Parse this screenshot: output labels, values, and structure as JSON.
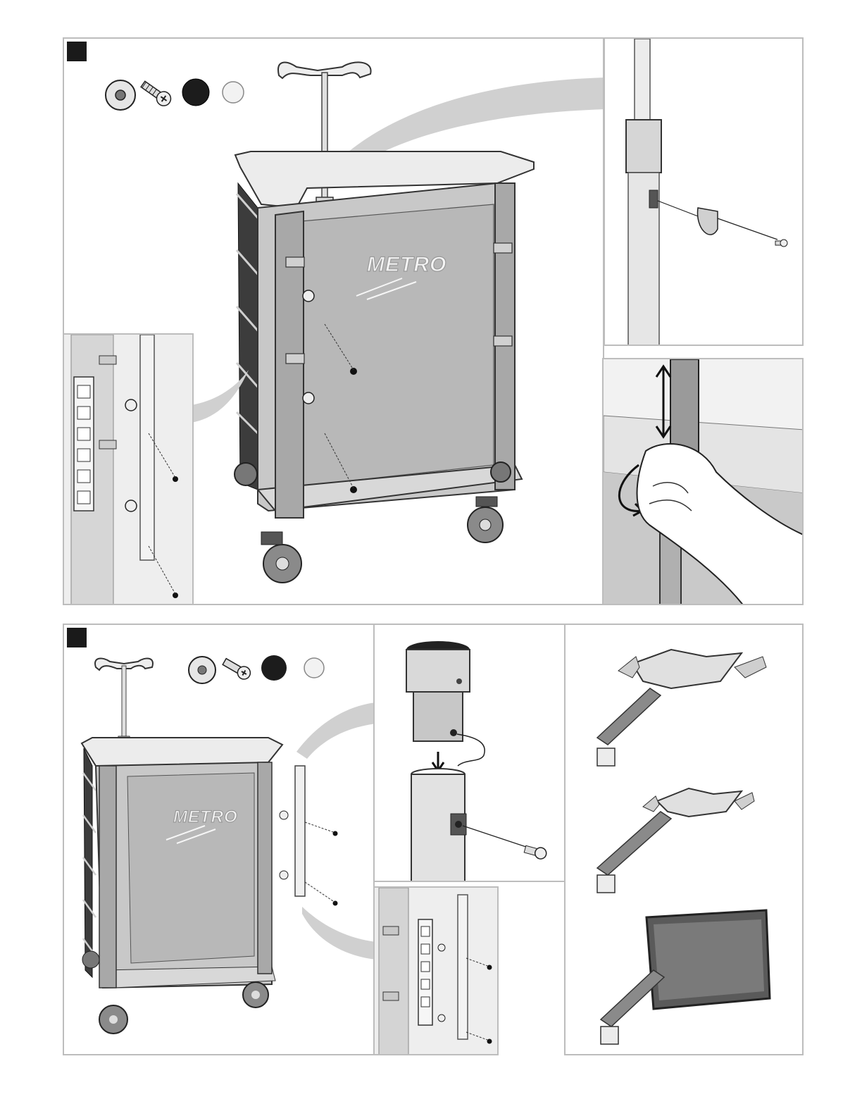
{
  "brand": {
    "logo_text": "METRO"
  },
  "hardware_icons": [
    "washer-icon",
    "screw-icon",
    "black-cap-icon",
    "white-cap-icon"
  ],
  "colors": {
    "frame_border": "#bdbdbd",
    "step_marker": "#1a1a1a",
    "metal_light": "#e2e2e2",
    "metal_mid": "#bdbdbd",
    "metal_dark": "#6e6e6e",
    "drawer_dark": "#3a3a3a",
    "callout": "#c8c8c8"
  },
  "steps": [
    {
      "panels": [
        "cart-with-iv-pole-rail",
        "iv-pole-collar-detail",
        "outlet-strip-mount-detail",
        "pole-height-adjust-detail"
      ]
    },
    {
      "panels": [
        "cart-with-iv-pole-and-monitor-pole",
        "pole-adapter-detail",
        "outlet-strip-second-pole-detail",
        "monitor-arm-assembly-sequence"
      ]
    }
  ]
}
